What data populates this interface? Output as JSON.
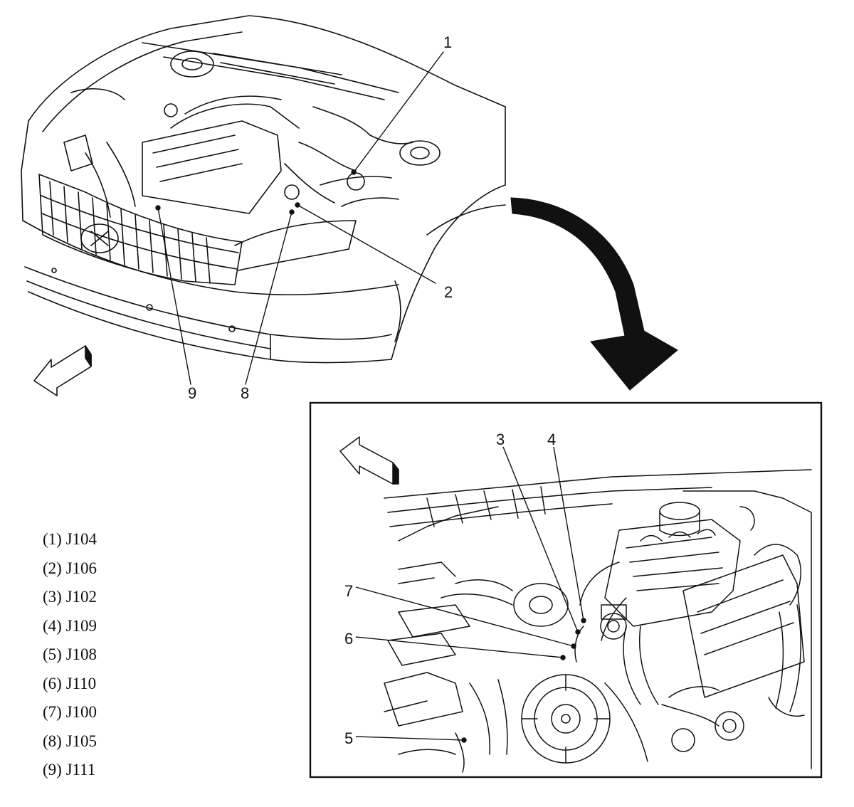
{
  "callouts": [
    "1",
    "2",
    "3",
    "4",
    "5",
    "6",
    "7",
    "8",
    "9"
  ],
  "legend": [
    "(1) J104",
    "(2) J106",
    "(3) J102",
    "(4) J109",
    "(5) J108",
    "(6) J110",
    "(7) J100",
    "(8) J105",
    "(9) J111"
  ],
  "icons": [
    "front-direction-arrow-icon",
    "zoom-arrow-icon",
    "detail-front-direction-arrow-icon"
  ]
}
